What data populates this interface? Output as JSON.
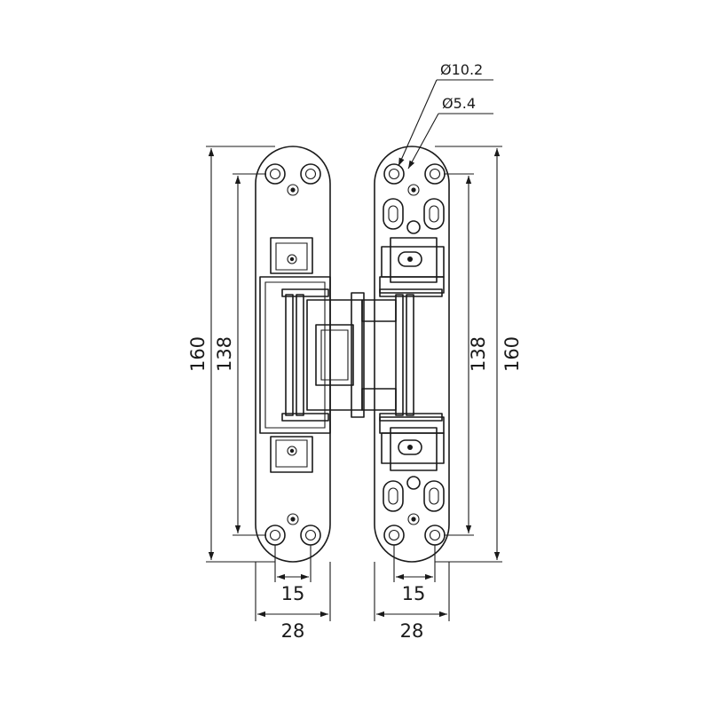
{
  "dimensions": {
    "left_height_outer": "160",
    "left_height_inner": "138",
    "right_height_inner": "138",
    "right_height_outer": "160",
    "left_hole_spacing": "15",
    "right_hole_spacing": "15",
    "left_width": "28",
    "right_width": "28"
  },
  "callouts": {
    "large_hole_diameter": "Ø10.2",
    "small_hole_diameter": "Ø5.4"
  }
}
